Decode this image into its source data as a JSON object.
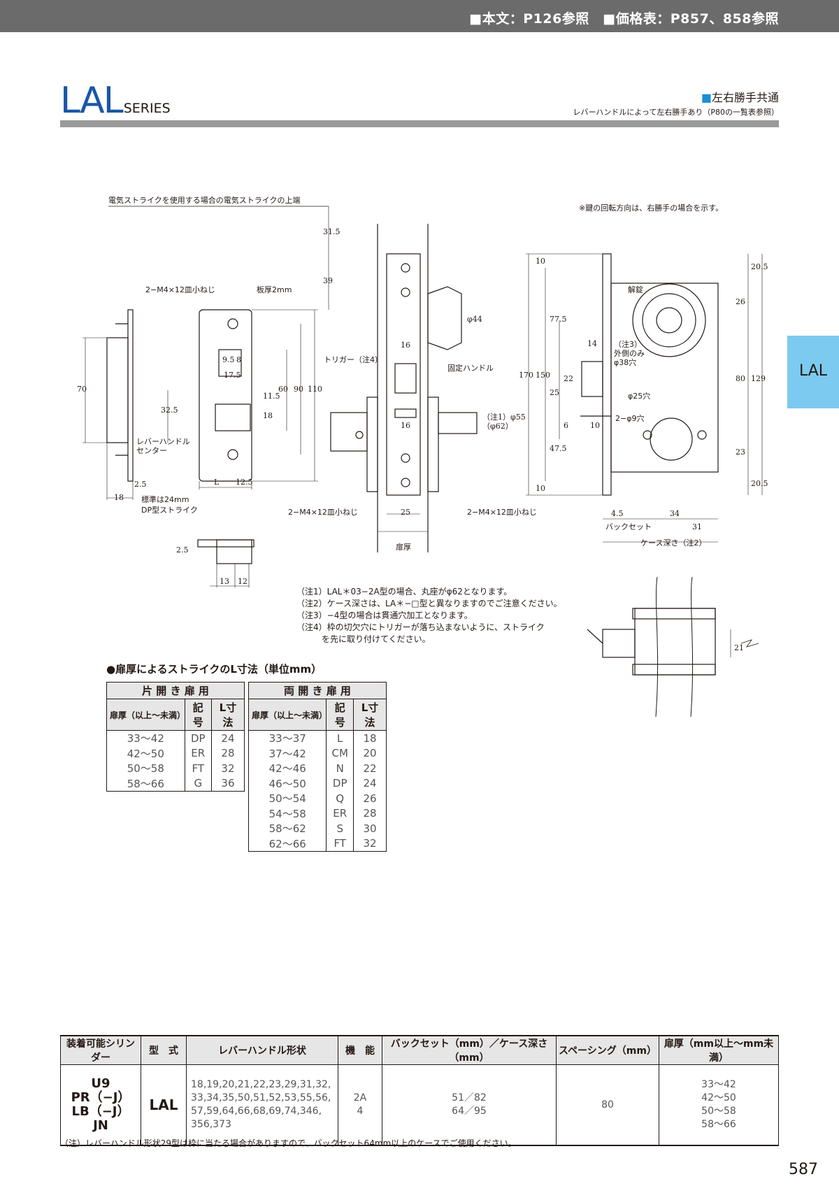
{
  "header": {
    "references": "■本文：P126参照　■価格表：P857、858参照"
  },
  "title": {
    "series_name": "LAL",
    "series_suffix": "SERIES",
    "handing_square": "■",
    "handing": "左右勝手共通",
    "handing_note": "レバーハンドルによって左右勝手あり（P80の一覧表参照）"
  },
  "side_tab": {
    "label": "LAL"
  },
  "drawing": {
    "electric_strike_label": "電気ストライクを使用する場合の電気ストライクの上端",
    "rotation_note": "※鍵の回転方向は、右勝手の場合を示す。",
    "screw_label": "2−M4×12皿小ねじ",
    "plate_thickness": "板厚2mm",
    "lever_center": "レバーハンドル\nセンター",
    "standard_note": "標準は24mm",
    "dp_strike": "DP型ストライク",
    "trigger": "トリガー（注4）",
    "fixed_handle": "固定ハンドル",
    "door_thickness": "扉厚",
    "backset": "バックセット",
    "case_depth": "ケース深さ（注2）",
    "unlock": "解錠",
    "note3_outer": "（注3）\n外側のみ\nφ38穴",
    "hole25": "φ25穴",
    "hole9": "2−φ9穴",
    "dims": {
      "d31_5": "31.5",
      "d39": "39",
      "d70": "70",
      "d32_5": "32.5",
      "d9_5": "9.5",
      "d8": "8",
      "d17_5": "17.5",
      "d11_5": "11.5",
      "d18": "18",
      "d60": "60",
      "d90": "90",
      "d110": "110",
      "d2_5": "2.5",
      "dL": "L",
      "d12_5": "12.5",
      "d13": "13",
      "d12": "12",
      "d16": "16",
      "d25": "25",
      "phi44": "φ44",
      "phi55": "（注1）φ55\n（φ62）",
      "d170": "170",
      "d150": "150",
      "d10": "10",
      "d77_5": "77.5",
      "d14": "14",
      "d22": "22",
      "d6": "6",
      "d47_5": "47.5",
      "d20_5": "20.5",
      "d26": "26",
      "d80": "80",
      "d129": "129",
      "d23": "23",
      "d4_5": "4.5",
      "d34": "34",
      "d31": "31",
      "d21": "21"
    }
  },
  "notes": [
    "（注1）LAL＊03−2A型の場合、丸座がφ62となります。",
    "（注2）ケース深さは、LA＊−□型と異なりますのでご注意ください。",
    "（注3）−4型の場合は貫通穴加工となります。",
    "（注4）枠の切欠穴にトリガーが落ち込まないように、ストライク",
    "　　　を先に取り付けてください。"
  ],
  "strike_table_title": "●扉厚によるストライクのL寸法（単位mm）",
  "single_door": {
    "title": "片 開 き 扉 用",
    "headers": [
      "扉厚（以上〜未満）",
      "記号",
      "L寸法"
    ],
    "rows": [
      [
        "33〜42",
        "DP",
        "24"
      ],
      [
        "42〜50",
        "ER",
        "28"
      ],
      [
        "50〜58",
        "FT",
        "32"
      ],
      [
        "58〜66",
        "G",
        "36"
      ]
    ]
  },
  "double_door": {
    "title": "両 開 き 扉 用",
    "headers": [
      "扉厚（以上〜未満）",
      "記号",
      "L寸法"
    ],
    "rows": [
      [
        "33〜37",
        "L",
        "18"
      ],
      [
        "37〜42",
        "CM",
        "20"
      ],
      [
        "42〜46",
        "N",
        "22"
      ],
      [
        "46〜50",
        "DP",
        "24"
      ],
      [
        "50〜54",
        "Q",
        "26"
      ],
      [
        "54〜58",
        "ER",
        "28"
      ],
      [
        "58〜62",
        "S",
        "30"
      ],
      [
        "62〜66",
        "FT",
        "32"
      ]
    ]
  },
  "spec_table": {
    "headers": [
      "装着可能シリンダー",
      "型　式",
      "レバーハンドル形状",
      "機　能",
      "バックセット（mm）／ケース深さ（mm）",
      "スペーシング（mm）",
      "扉厚（mm以上〜mm未満）"
    ],
    "cylinders": [
      "U9",
      "PR（−J）",
      "LB（−J）",
      "JN"
    ],
    "model": "LAL",
    "handles": [
      "18,19,20,21,22,23,29,31,32,",
      "33,34,35,50,51,52,53,55,56,",
      "57,59,64,66,68,69,74,346,",
      "356,373"
    ],
    "functions": [
      "2A",
      "4"
    ],
    "backsets": [
      "51／82",
      "64／95"
    ],
    "spacing": "80",
    "thickness": [
      "33〜42",
      "42〜50",
      "50〜58",
      "58〜66"
    ]
  },
  "footnote": "（注）レバーハンドル形状29型は枠に当たる場合がありますので、バックセット64mm以上のケースでご使用ください。",
  "page_number": "587"
}
